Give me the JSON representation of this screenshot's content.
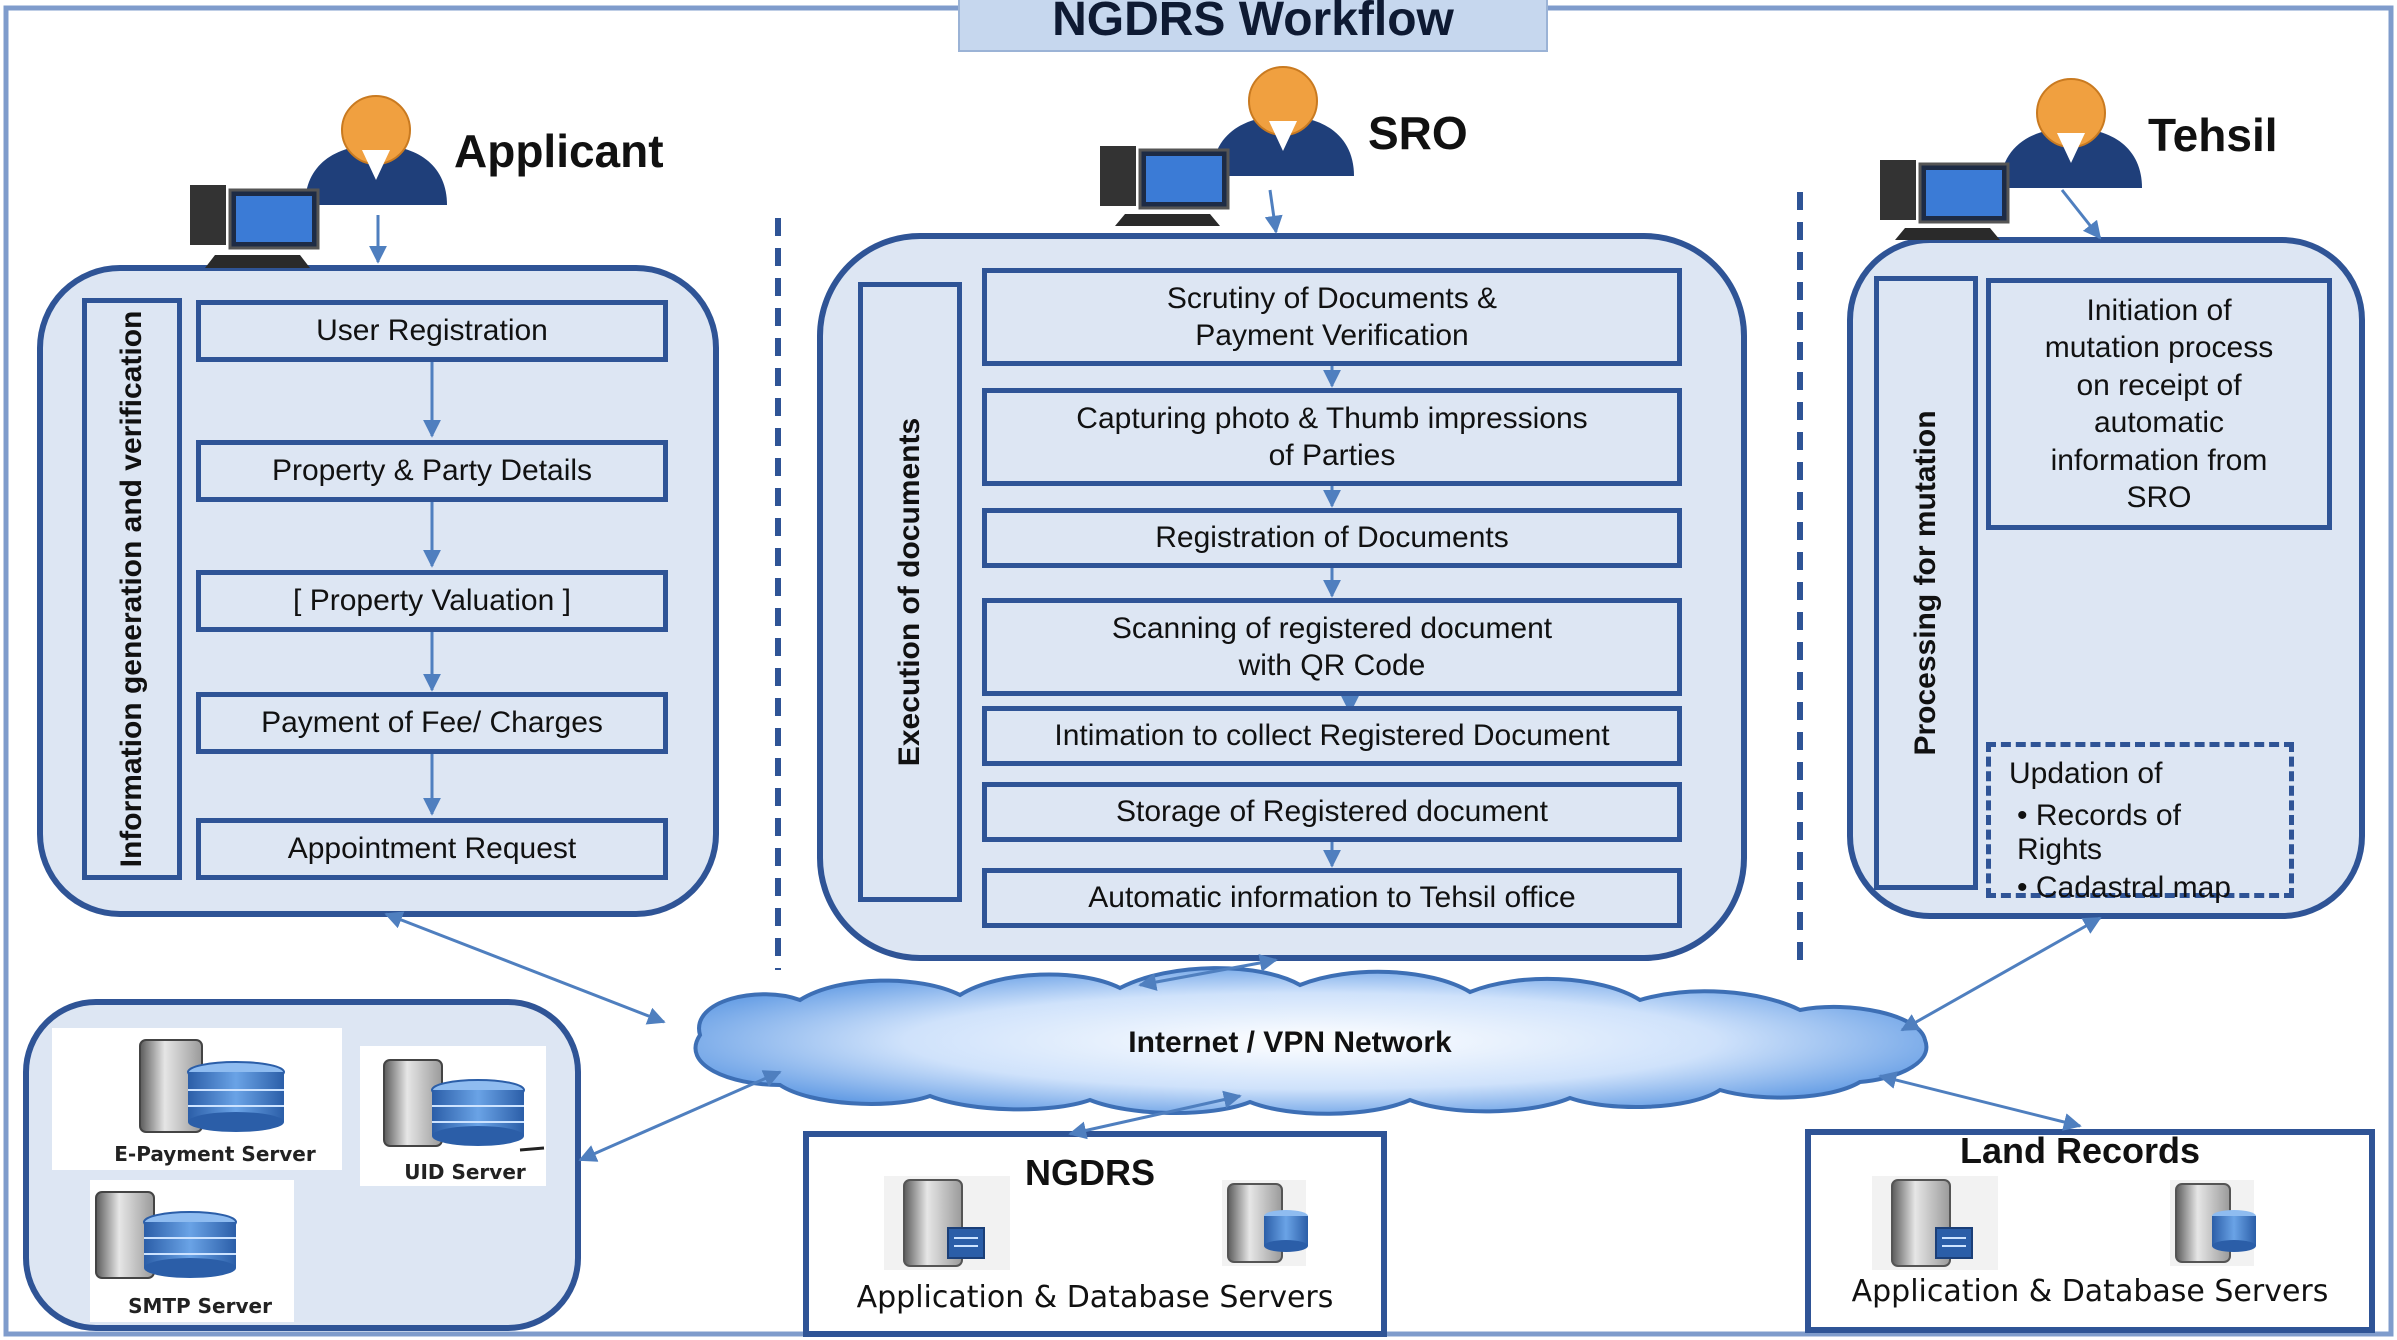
{
  "title": "NGDRS Workflow",
  "actors": {
    "applicant": "Applicant",
    "sro": "SRO",
    "tehsil": "Tehsil"
  },
  "applicant_panel": {
    "side_label": "Information generation and verification",
    "steps": [
      "User Registration",
      "Property & Party Details",
      "[ Property Valuation ]",
      "Payment of Fee/ Charges",
      "Appointment  Request"
    ]
  },
  "sro_panel": {
    "side_label": "Execution of documents",
    "steps": [
      "Scrutiny of Documents &\nPayment Verification",
      "Capturing photo & Thumb impressions\nof Parties",
      "Registration of Documents",
      "Scanning of registered document\nwith QR Code",
      "Intimation  to collect Registered Document",
      "Storage of Registered document",
      "Automatic information to Tehsil office"
    ]
  },
  "tehsil_panel": {
    "side_label": "Processing for mutation",
    "initiation": "Initiation of\nmutation process\non receipt of\nautomatic\ninformation from\nSRO",
    "updation_title": "Updation  of",
    "updation_items": [
      "Records of Rights",
      "Cadastral map"
    ]
  },
  "network": "Internet / VPN Network",
  "external_servers": {
    "epayment": "E-Payment Server",
    "uid": "UID Server",
    "smtp": "SMTP Server"
  },
  "ngdrs_servers": {
    "title": "NGDRS",
    "caption": "Application & Database Servers"
  },
  "land_records_servers": {
    "title": "Land Records",
    "caption": "Application & Database Servers"
  },
  "colors": {
    "panel_fill": "#dde6f3",
    "panel_border": "#2f5496",
    "arrow": "#5b8bc7",
    "person_head": "#f0a040",
    "person_body": "#1f3f7a",
    "cloud_edge": "#3d6fb5",
    "cloud_center": "#ffffff"
  }
}
